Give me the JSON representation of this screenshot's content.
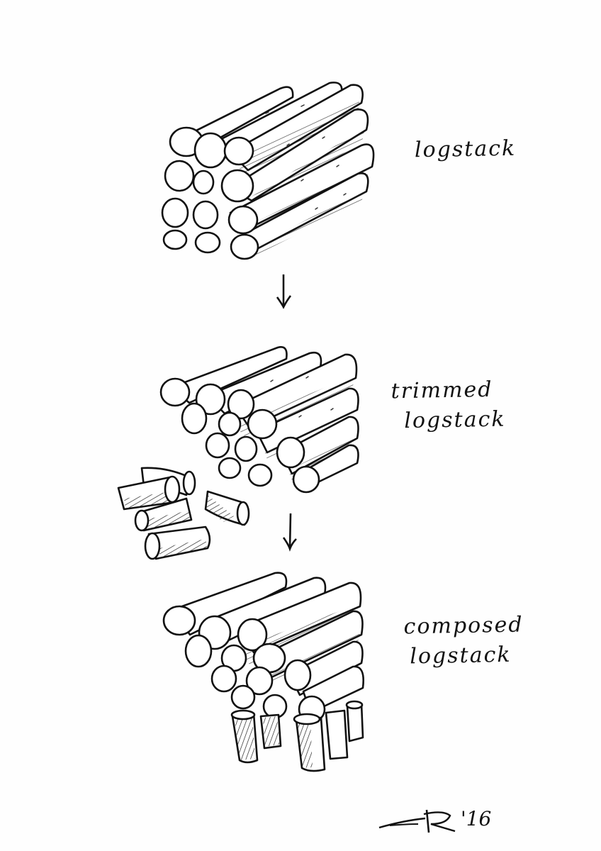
{
  "diagram": {
    "type": "process-sketch",
    "style": "pen-and-ink hand drawing",
    "stages": [
      {
        "id": "logstack",
        "label_lines": [
          "logstack"
        ],
        "label": "logstack"
      },
      {
        "id": "trimmed",
        "label_lines": [
          "trimmed",
          "logstack"
        ],
        "label": "trimmed logstack"
      },
      {
        "id": "composed",
        "label_lines": [
          "composed",
          "logstack"
        ],
        "label": "composed logstack"
      }
    ],
    "arrows": [
      {
        "from": "logstack",
        "to": "trimmed",
        "glyph": "arrow-down"
      },
      {
        "from": "trimmed",
        "to": "composed",
        "glyph": "arrow-down"
      }
    ],
    "signature": {
      "initial": "R",
      "year": "'16"
    },
    "colors": {
      "ink": "#111111",
      "paper": "#fefefe"
    }
  }
}
